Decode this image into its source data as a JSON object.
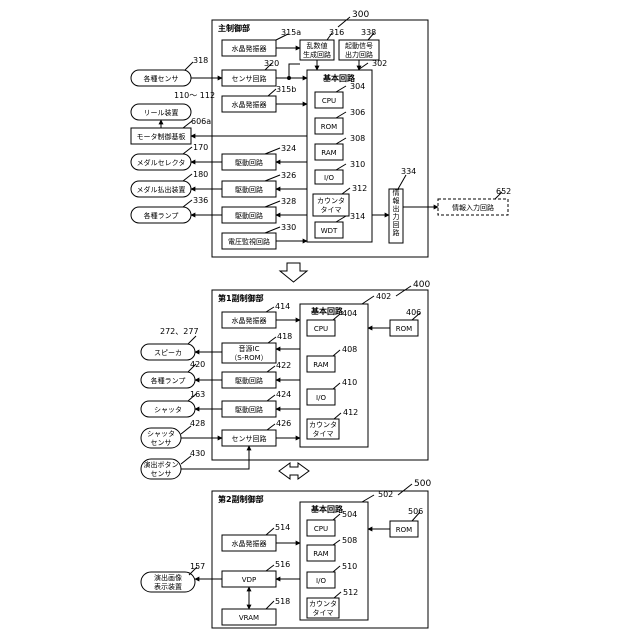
{
  "main": {
    "title": "主制御部",
    "ref": "300",
    "crystal_a": {
      "label": "水晶発振器",
      "ref": "315a"
    },
    "crystal_b": {
      "label": "水晶発振器",
      "ref": "315b"
    },
    "random_gen": {
      "line1": "乱数値",
      "line2": "生成回路",
      "ref": "316"
    },
    "start_signal": {
      "line1": "起動信号",
      "line2": "出力回路",
      "ref": "338"
    },
    "sensor_circuit": {
      "label": "センサ回路",
      "ref": "320"
    },
    "basic_circuit": {
      "title": "基本回路",
      "ref": "302"
    },
    "cpu": {
      "label": "CPU",
      "ref": "304"
    },
    "rom": {
      "label": "ROM",
      "ref": "306"
    },
    "ram": {
      "label": "RAM",
      "ref": "308"
    },
    "io": {
      "label": "I/O",
      "ref": "310"
    },
    "counter_timer": {
      "line1": "カウンタ",
      "line2": "タイマ",
      "ref": "312"
    },
    "wdt": {
      "label": "WDT",
      "ref": "314"
    },
    "info_output": {
      "text": "情報出力回路",
      "ref": "334"
    },
    "info_input": {
      "label": "情報入力回路",
      "ref": "652"
    },
    "drive_324": {
      "label": "駆動回路",
      "ref": "324"
    },
    "drive_326": {
      "label": "駆動回路",
      "ref": "326"
    },
    "drive_328": {
      "label": "駆動回路",
      "ref": "328"
    },
    "voltage_monitor": {
      "label": "電圧監視回路",
      "ref": "330"
    },
    "sensors": {
      "label": "各種センサ",
      "ref": "318"
    },
    "reel_device": {
      "label": "リール装置",
      "ref": "110〜 112"
    },
    "motor_board": {
      "label": "モータ制御基板",
      "ref": "606a"
    },
    "medal_selector": {
      "label": "メダルセレクタ",
      "ref": "170"
    },
    "medal_payout": {
      "label": "メダル払出装置",
      "ref": "180"
    },
    "lamps": {
      "label": "各種ランプ",
      "ref": "336"
    }
  },
  "sub1": {
    "title": "第1副制御部",
    "ref": "400",
    "crystal": {
      "label": "水晶発振器",
      "ref": "414"
    },
    "sound_ic": {
      "line1": "音源IC",
      "line2": "（S-ROM）",
      "ref": "418"
    },
    "drive_422": {
      "label": "駆動回路",
      "ref": "422"
    },
    "drive_424": {
      "label": "駆動回路",
      "ref": "424"
    },
    "sensor_circuit": {
      "label": "センサ回路",
      "ref": "426"
    },
    "basic_circuit": {
      "title": "基本回路",
      "ref": "402"
    },
    "cpu": {
      "label": "CPU",
      "ref": "404"
    },
    "ram": {
      "label": "RAM",
      "ref": "408"
    },
    "io": {
      "label": "I/O",
      "ref": "410"
    },
    "counter_timer": {
      "line1": "カウンタ",
      "line2": "タイマ",
      "ref": "412"
    },
    "rom": {
      "label": "ROM",
      "ref": "406"
    },
    "speaker": {
      "label": "スピーカ",
      "ref": "272、277"
    },
    "lamps": {
      "label": "各種ランプ",
      "ref": "420"
    },
    "shutter": {
      "label": "シャッタ",
      "ref": "163"
    },
    "shutter_sensor": {
      "line1": "シャッタ",
      "line2": "センサ",
      "ref": "428"
    },
    "effect_button_sensor": {
      "line1": "演出ボタン",
      "line2": "センサ",
      "ref": "430"
    }
  },
  "sub2": {
    "title": "第2副制御部",
    "ref": "500",
    "crystal": {
      "label": "水晶発振器",
      "ref": "514"
    },
    "vdp": {
      "label": "VDP",
      "ref": "516"
    },
    "vram": {
      "label": "VRAM",
      "ref": "518"
    },
    "basic_circuit": {
      "title": "基本回路",
      "ref": "502"
    },
    "cpu": {
      "label": "CPU",
      "ref": "504"
    },
    "ram": {
      "label": "RAM",
      "ref": "508"
    },
    "io": {
      "label": "I/O",
      "ref": "510"
    },
    "counter_timer": {
      "line1": "カウンタ",
      "line2": "タイマ",
      "ref": "512"
    },
    "rom": {
      "label": "ROM",
      "ref": "506"
    },
    "display": {
      "line1": "演出画像",
      "line2": "表示装置",
      "ref": "157"
    }
  },
  "colors": {
    "line": "#000000",
    "background": "#ffffff"
  }
}
